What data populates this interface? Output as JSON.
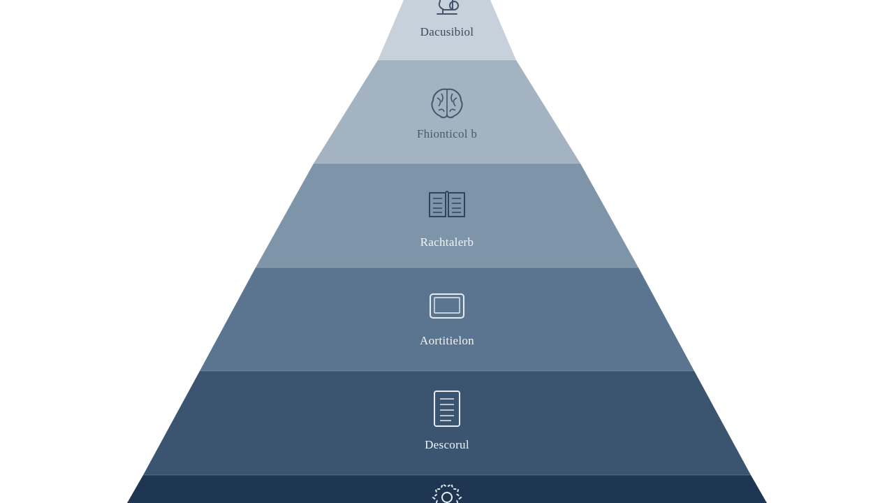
{
  "pyramid": {
    "tiers": [
      {
        "label": "Dacusibiol",
        "icon": "microscope-icon",
        "color": "#c7d1db",
        "text_color": "#3b4a5c"
      },
      {
        "label": "Fhionticol b",
        "icon": "brain-icon",
        "color": "#a4b3c2",
        "text_color": "#4a5a6c"
      },
      {
        "label": "Rachtalerb",
        "icon": "open-book-icon",
        "color": "#7e94a9",
        "text_color": "#f2f5f8"
      },
      {
        "label": "Aortitielon",
        "icon": "tablet-icon",
        "color": "#5b7590",
        "text_color": "#f2f5f8"
      },
      {
        "label": "Descorul",
        "icon": "document-icon",
        "color": "#3b5570",
        "text_color": "#f2f5f8"
      },
      {
        "label": "",
        "icon": "gear-icon",
        "color": "#1f3652",
        "text_color": "#f2f5f8"
      }
    ]
  }
}
